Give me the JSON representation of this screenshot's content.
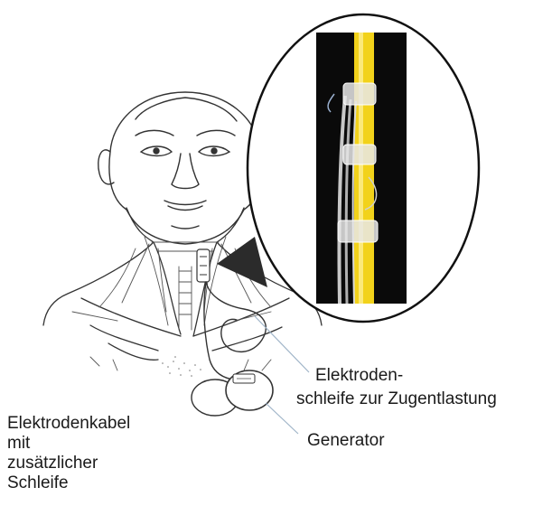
{
  "labels": {
    "electrode_loop_line1": "Elektroden-",
    "electrode_loop_line2": "schleife zur Zugentlastung",
    "generator": "Generator",
    "electrode_cable_lines": [
      "Elektrodenkabel",
      "mit",
      "zusätzlicher",
      "Schleife"
    ]
  },
  "colors": {
    "line": "#333333",
    "nerve": "#f2d21a",
    "nerve_highlight": "#fbe97a",
    "inset_background": "#0a0a0a",
    "wedge": "#2b2b2b",
    "electrode_wire": "#c8c8c8",
    "pointer_line": "#9fb4c8"
  },
  "icons": {
    "figure": "head-and-neck-illustration",
    "inset": "vagus-nerve-electrode-photo"
  }
}
